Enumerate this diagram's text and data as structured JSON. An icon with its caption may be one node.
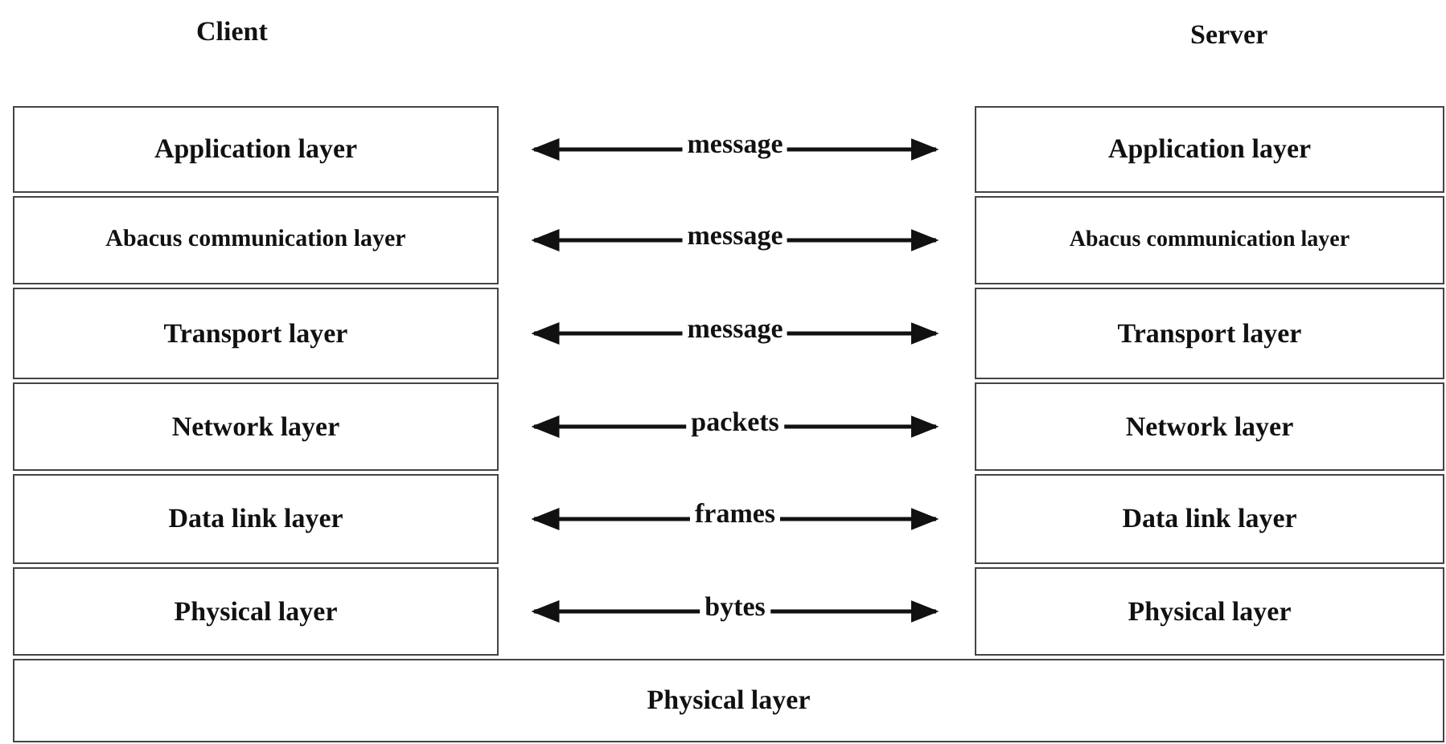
{
  "diagram": {
    "nodes": [
      {
        "text": [
          "Application layer"
        ]
      },
      {
        "text": [
          "Abacus communication layer"
        ]
      },
      {
        "text": [
          "Transport layer"
        ]
      },
      {
        "text": [
          "Network layer"
        ]
      },
      {
        "text": [
          "Data link layer"
        ]
      },
      {
        "text": [
          "Physical layer"
        ]
      },
      {
        "text": [
          "Application layer"
        ]
      },
      {
        "text": [
          "Abacus communication layer"
        ]
      },
      {
        "text": [
          "Transport layer"
        ]
      },
      {
        "text": [
          "Network layer"
        ]
      },
      {
        "text": [
          "Data link layer"
        ]
      },
      {
        "text": [
          "Physical layer"
        ]
      },
      {
        "text": [
          "Physical layer"
        ]
      }
    ],
    "edges": [
      {
        "from": 0,
        "to": 6,
        "arrow": "both",
        "label": "message"
      },
      {
        "from": 1,
        "to": 7,
        "arrow": "both",
        "label": "message"
      },
      {
        "from": 2,
        "to": 8,
        "arrow": "both",
        "label": "message"
      },
      {
        "from": 3,
        "to": 9,
        "arrow": "both",
        "label": "packets"
      },
      {
        "from": 4,
        "to": 10,
        "arrow": "both",
        "label": "frames"
      },
      {
        "from": 5,
        "to": 11,
        "arrow": "both",
        "label": "bytes"
      }
    ],
    "labels": [
      "Client",
      "Server"
    ]
  }
}
